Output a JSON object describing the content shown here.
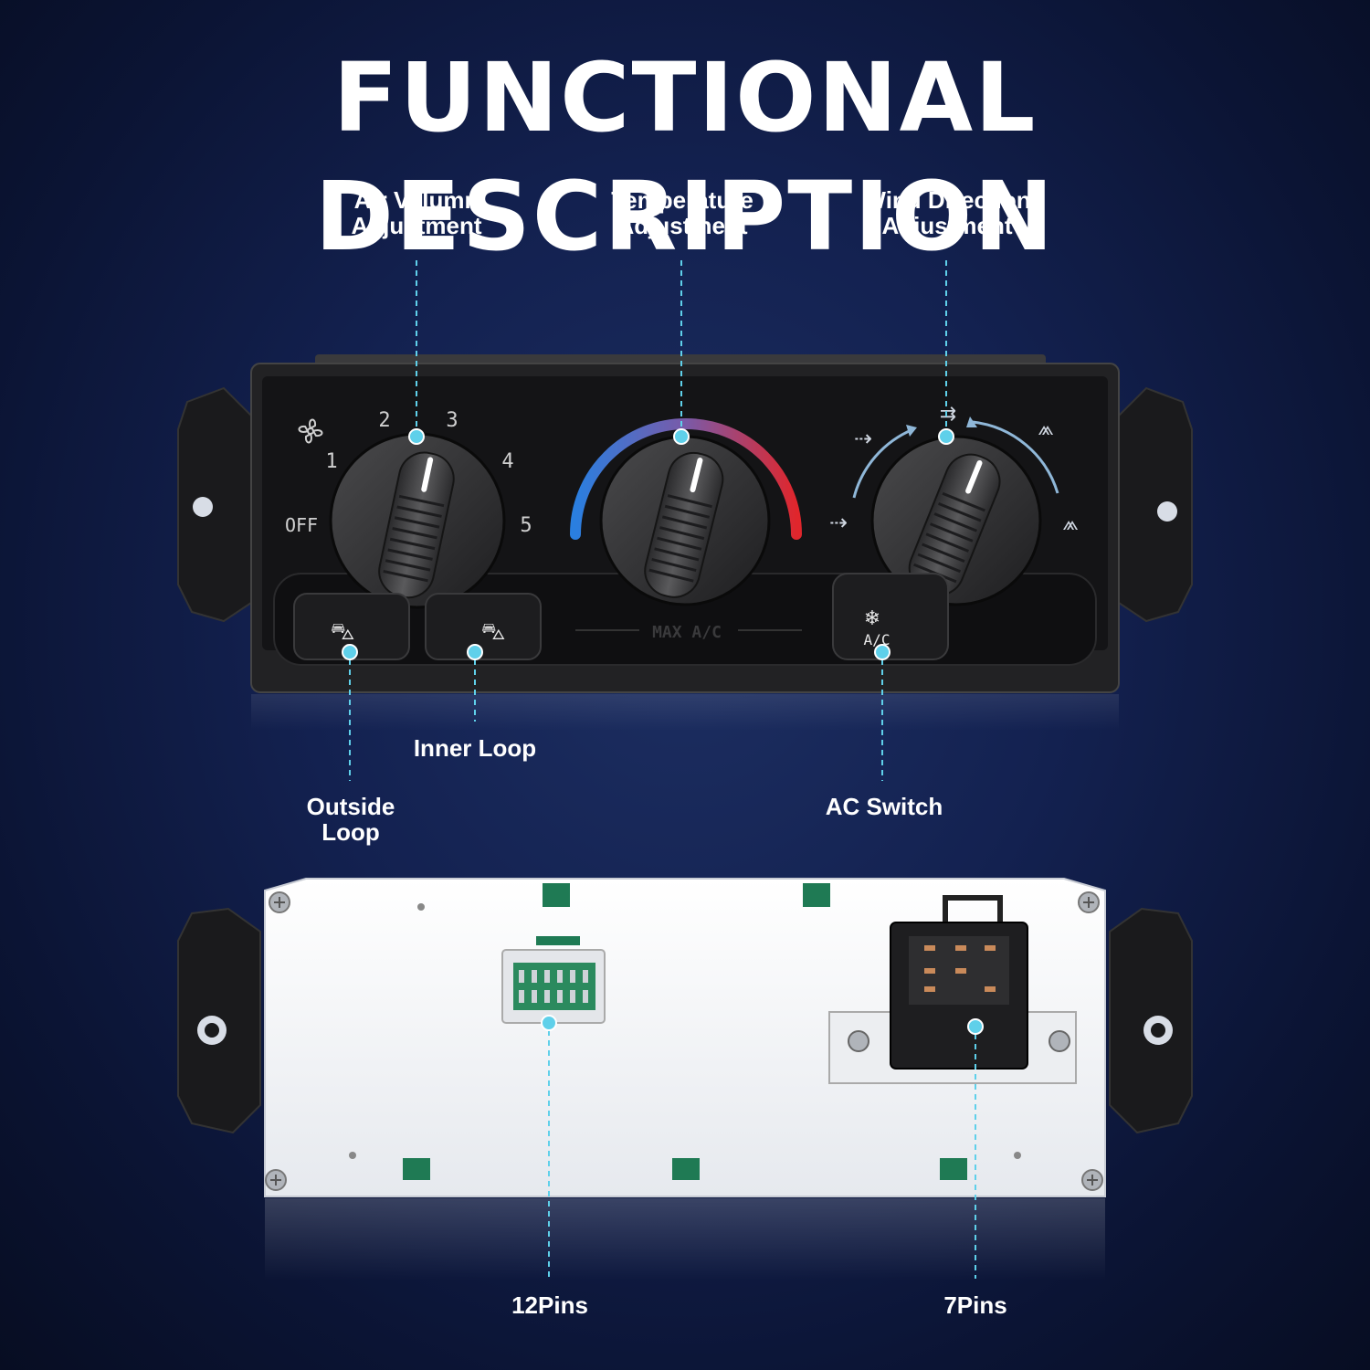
{
  "title": "FUNCTIONAL DESCRIPTION",
  "callouts": {
    "air_volume": "Air Volumn\nAdjustment",
    "temperature": "Temperature\nAdjustment",
    "wind_direction": "Wind Direction\nAdjustment",
    "inner_loop": "Inner Loop",
    "outside_loop": "Outside\nLoop",
    "ac_switch": "AC Switch",
    "pins_12": "12Pins",
    "pins_7": "7Pins"
  },
  "front_panel": {
    "fan_speeds": [
      "OFF",
      "1",
      "2",
      "3",
      "4",
      "5"
    ],
    "ac_button_label": "A/C",
    "max_ac_label": "MAX A/C"
  },
  "colors": {
    "accent_cyan": "#5fd0ea",
    "cold_blue": "#2a7fe0",
    "hot_red": "#e0262c"
  }
}
